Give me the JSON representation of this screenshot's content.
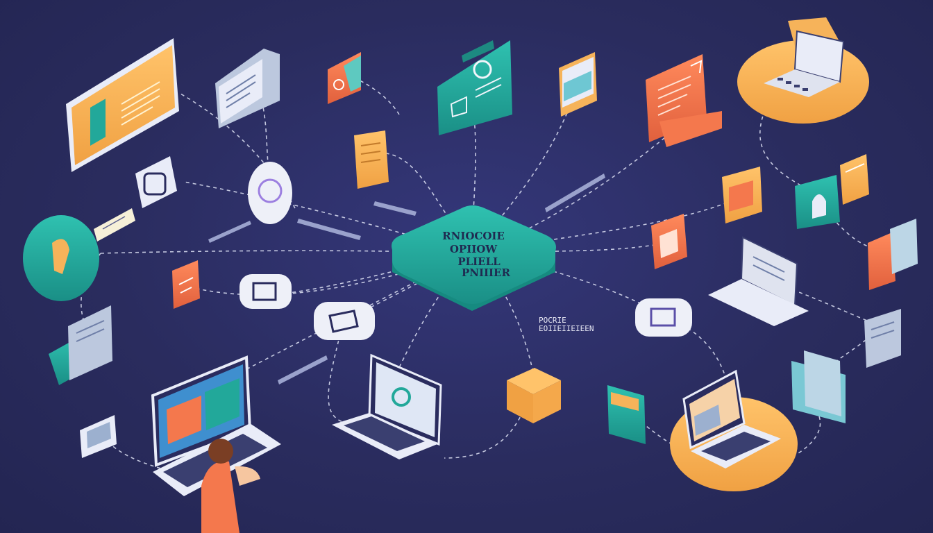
{
  "hub": {
    "line1": "RNIOCOIE",
    "line2": "OPIIOW",
    "line3": "PLIELL",
    "line4": "PNIIIER"
  },
  "side_label": {
    "line1": "POCRIE",
    "line2": "EOIIEIIEIEEN"
  },
  "colors": {
    "background": "#2b2d5f",
    "teal": "#22a89a",
    "orange": "#f4784d",
    "yellow": "#f6b35a",
    "light": "#e8ecf6"
  }
}
